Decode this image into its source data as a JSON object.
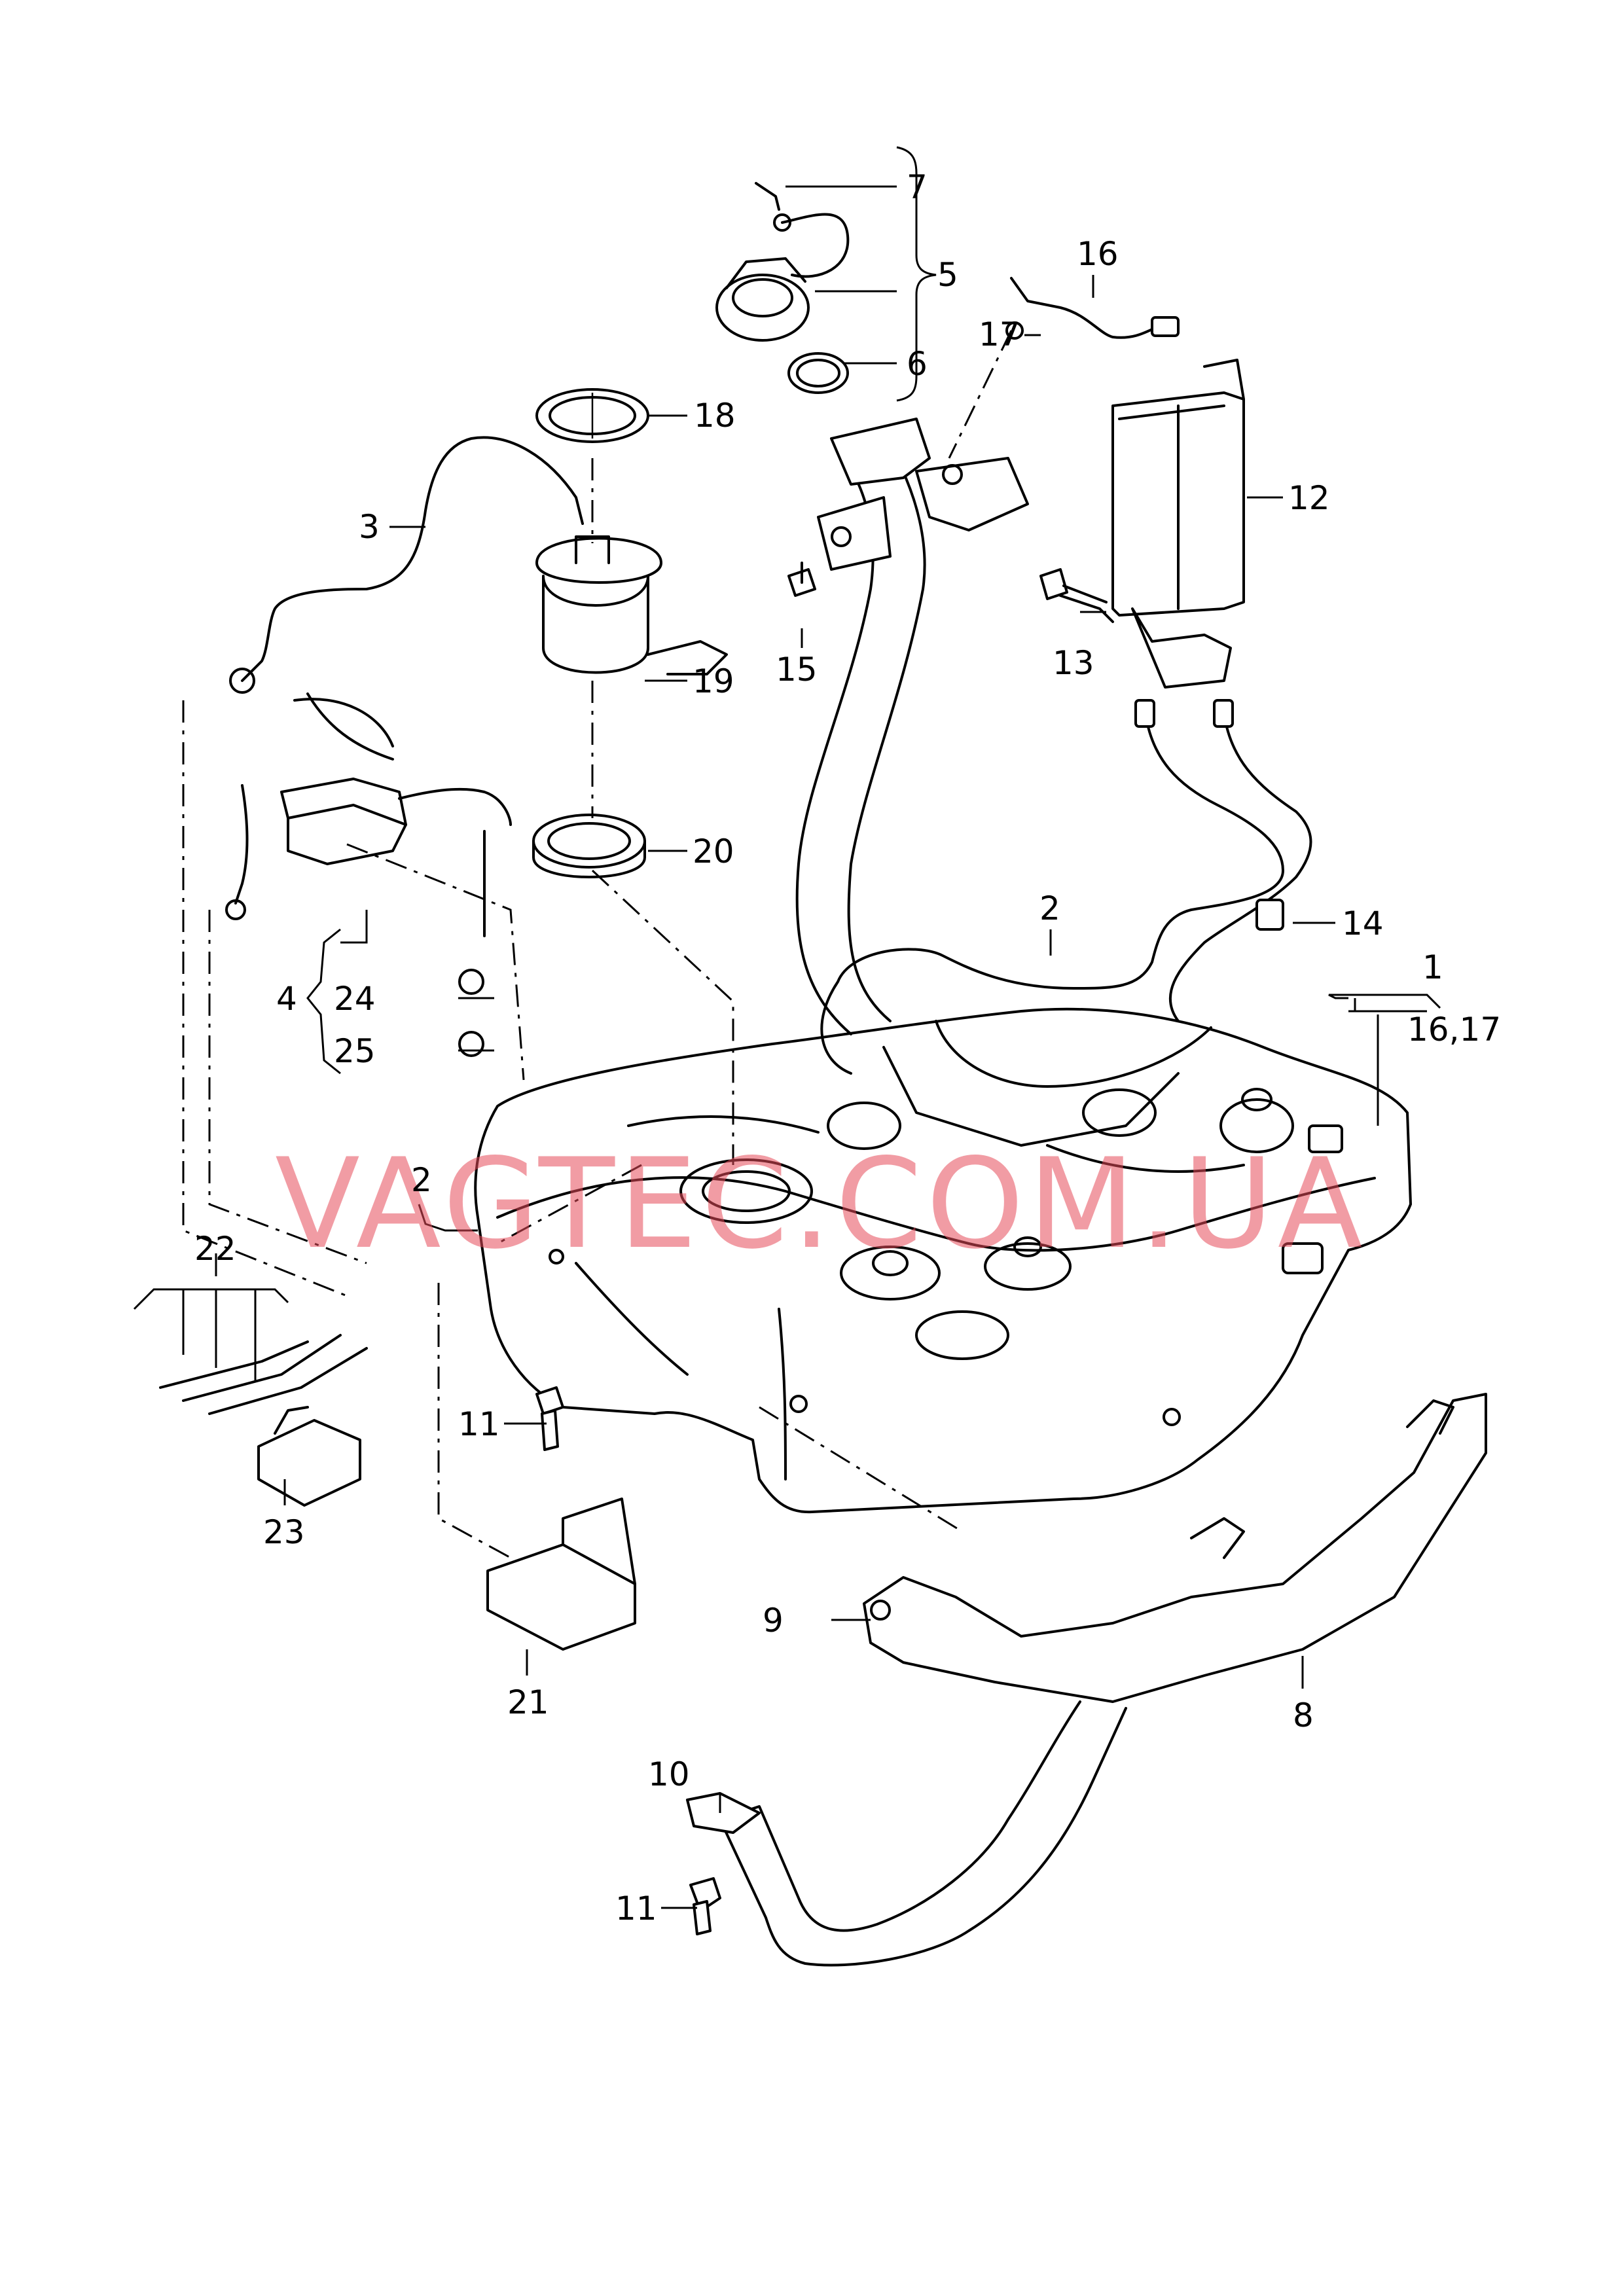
{
  "callouts": [
    {
      "id": "7",
      "text": "7"
    },
    {
      "id": "5",
      "text": "5"
    },
    {
      "id": "6",
      "text": "6"
    },
    {
      "id": "16",
      "text": "16"
    },
    {
      "id": "17",
      "text": "17"
    },
    {
      "id": "18",
      "text": "18"
    },
    {
      "id": "3",
      "text": "3"
    },
    {
      "id": "12",
      "text": "12"
    },
    {
      "id": "19",
      "text": "19"
    },
    {
      "id": "13",
      "text": "13"
    },
    {
      "id": "15",
      "text": "15"
    },
    {
      "id": "20",
      "text": "20"
    },
    {
      "id": "2a",
      "text": "2"
    },
    {
      "id": "14",
      "text": "14"
    },
    {
      "id": "4",
      "text": "4"
    },
    {
      "id": "24",
      "text": "24"
    },
    {
      "id": "1",
      "text": "1"
    },
    {
      "id": "16-17",
      "text": "16,17"
    },
    {
      "id": "25",
      "text": "25"
    },
    {
      "id": "2b",
      "text": "2"
    },
    {
      "id": "22",
      "text": "22"
    },
    {
      "id": "11a",
      "text": "11"
    },
    {
      "id": "23",
      "text": "23"
    },
    {
      "id": "9",
      "text": "9"
    },
    {
      "id": "21",
      "text": "21"
    },
    {
      "id": "8",
      "text": "8"
    },
    {
      "id": "10",
      "text": "10"
    },
    {
      "id": "11b",
      "text": "11"
    }
  ],
  "watermark": "VAGTEC.COM.UA",
  "colors": {
    "watermark": "#e64b5a",
    "line": "#000000",
    "background": "#ffffff"
  }
}
